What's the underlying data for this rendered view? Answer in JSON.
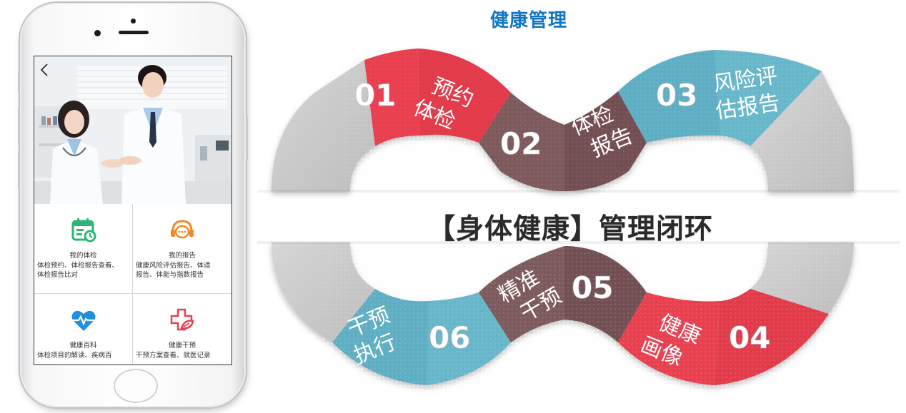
{
  "diagram": {
    "heading": "健康管理",
    "center_title": "【身体健康】管理闭环",
    "steps": [
      {
        "num": "01",
        "label_line1": "预约",
        "label_line2": "体检",
        "color": "#e8404f"
      },
      {
        "num": "02",
        "label_line1": "体检",
        "label_line2": "报告",
        "color": "#7d5a5c"
      },
      {
        "num": "03",
        "label_line1": "风险评",
        "label_line2": "估报告",
        "color": "#5eaec3"
      },
      {
        "num": "04",
        "label_line1": "健康",
        "label_line2": "画像",
        "color": "#e8404f"
      },
      {
        "num": "05",
        "label_line1": "精准",
        "label_line2": "干预",
        "color": "#7d5a5c"
      },
      {
        "num": "06",
        "label_line1": "干预",
        "label_line2": "执行",
        "color": "#5eaec3"
      }
    ]
  },
  "phone": {
    "back_icon": "chevron-left-icon",
    "menu": [
      {
        "icon": "calendar-icon",
        "title": "我的体检",
        "desc_line1": "体检预约、体检报告查看、",
        "desc_line2": "体检报告比对",
        "color": "#2bb673"
      },
      {
        "icon": "headset-chat-icon",
        "title": "我的报告",
        "desc_line1": "健康风险评估报告、体适",
        "desc_line2": "报告、体能与指数报告",
        "color": "#f08a24"
      },
      {
        "icon": "heartbeat-icon",
        "title": "健康百科",
        "desc_line1": "体检项目的解读、疾病百",
        "desc_line2": "",
        "color": "#1e8fe1"
      },
      {
        "icon": "cross-leaf-icon",
        "title": "健康干预",
        "desc_line1": "干预方案查看、就医记录",
        "desc_line2": "",
        "color": "#e8404f"
      }
    ]
  }
}
